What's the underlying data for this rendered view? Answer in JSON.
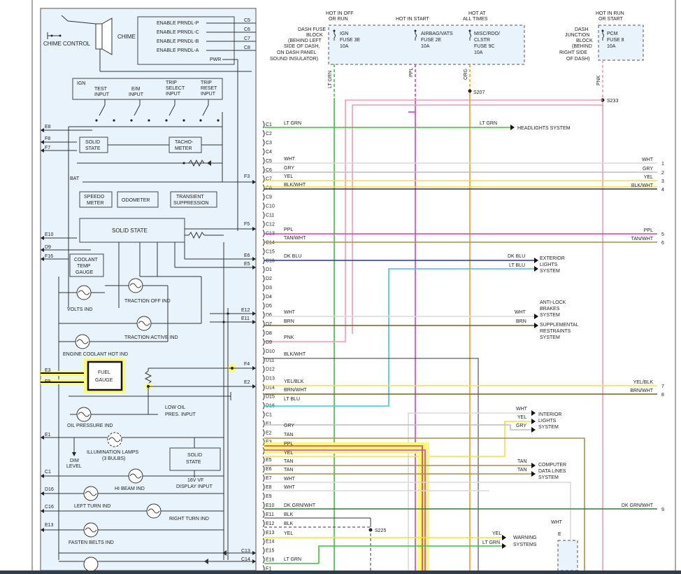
{
  "cluster": {
    "chime_control": "CHIME CONTROL",
    "chime": "CHIME",
    "prndl": [
      "ENABLE PRNDL-P",
      "ENABLE PRNDL-C",
      "ENABLE PRNDL-B",
      "ENABLE PRNDL-A",
      "PWR"
    ],
    "prndl_pins": [
      "C5",
      "C6",
      "C7",
      "C8"
    ],
    "ign": "IGN",
    "inputs": [
      [
        "TEST",
        "INPUT"
      ],
      [
        "E/M",
        "INPUT"
      ],
      [
        "TRIP",
        "SELECT",
        "INPUT"
      ],
      [
        "TRIP",
        "RESET",
        "INPUT"
      ]
    ],
    "solid_state": [
      "SOLID",
      "STATE"
    ],
    "tacho": [
      "TACHO-",
      "METER"
    ],
    "bat": "BAT",
    "speedo": [
      "SPEEDO",
      "METER"
    ],
    "odometer": "ODOMETER",
    "transient": [
      "TRANSIENT",
      "SUPPRESSION"
    ],
    "solid_state_main": "SOLID STATE",
    "coolant": [
      "COOLANT",
      "TEMP",
      "GAUGE"
    ],
    "volts_ind": "VOLTS IND",
    "traction_off": "TRACTION OFF IND",
    "traction_active": "TRACTION ACTIVE IND",
    "engine_coolant": "ENGINE COOLANT HOT IND",
    "fuel_gauge": [
      "FUEL",
      "GAUGE"
    ],
    "low_oil": [
      "LOW OIL",
      "PRES. INPUT"
    ],
    "oil_pressure": "OIL PRESSURE IND",
    "illumination": [
      "ILLUMINATION LAMPS",
      "(3 BULBS)"
    ],
    "dim_level": [
      "DIM",
      "LEVEL"
    ],
    "solid_state_lower": [
      "SOLID",
      "STATE"
    ],
    "vf_display": [
      "16V VF",
      "DISPLAY INPUT"
    ],
    "hi_beam": "HI BEAM IND",
    "left_turn": "LEFT TURN IND",
    "right_turn": "RIGHT TURN IND",
    "fasten_belts": "FASTEN BELTS IND",
    "pins_left": [
      "E8",
      "F8",
      "F7",
      "E10",
      "D9",
      "F16",
      "E3",
      "F9",
      "E1",
      "C1",
      "D16",
      "C16",
      "E13"
    ],
    "pins_right": [
      "F3",
      "F5",
      "E6",
      "E5",
      "E12",
      "E11",
      "F4",
      "E2",
      "C13",
      "C14"
    ]
  },
  "power": {
    "hot_off_run": [
      "HOT IN OFF",
      "OR RUN"
    ],
    "hot_start": "HOT IN START",
    "hot_all": [
      "HOT AT",
      "ALL TIMES"
    ],
    "hot_run_start": [
      "HOT IN RUN",
      "OR START"
    ],
    "dash_fuse_block": [
      "DASH FUSE",
      "BLOCK",
      "(BEHIND LEFT",
      "SIDE OF DASH,",
      "ON DASH PANEL",
      "SOUND INSULATOR)"
    ],
    "fuse_ign": [
      "IGN",
      "FUSE 3E",
      "10A"
    ],
    "fuse_airbag": [
      "AIRBAG/VATS",
      "FUSE 2E",
      "10A"
    ],
    "fuse_misc": [
      "MISC/RDO/",
      "CLSTR",
      "FUSE 9C",
      "10A"
    ],
    "dash_junction": [
      "DASH",
      "JUNCTION",
      "BLOCK",
      "(BEHIND",
      "RIGHT SIDE",
      "OF DASH)"
    ],
    "fuse_pcm": [
      "PCM",
      "FUSE 8",
      "10A"
    ],
    "wire_ltgrn": "LT GRN",
    "wire_ppl": "PPL",
    "wire_org": "ORG",
    "wire_pnk": "PNK",
    "splice_s207": "S207",
    "splice_s233": "S233",
    "splice_s225": "S225"
  },
  "connector_pins": [
    "C1",
    "C2",
    "C3",
    "C4",
    "C5",
    "C6",
    "C7",
    "C8",
    "C9",
    "C10",
    "C11",
    "C12",
    "C13",
    "C14",
    "C15",
    "C16",
    "D1",
    "D2",
    "D3",
    "D4",
    "D5",
    "D6",
    "D7",
    "D8",
    "D9",
    "D10",
    "D11",
    "D12",
    "D13",
    "D14",
    "D15",
    "D16",
    "C1",
    "E1",
    "E2",
    "E3",
    "E4",
    "E5",
    "E6",
    "E7",
    "E8",
    "E9",
    "E10",
    "E11",
    "E12",
    "E13",
    "E14",
    "E15",
    "E16",
    "F1"
  ],
  "wires": {
    "c1": "LT GRN",
    "c1_right": "LT GRN",
    "headlights": "HEADLIGHTS SYSTEM",
    "c5": "WHT",
    "c6": "GRY",
    "c7": "YEL",
    "c8": "BLK/WHT",
    "c13": "PPL",
    "c14": "TAN/WHT",
    "c16": "DK BLU",
    "d1": "LT BLU",
    "exterior": [
      "EXTERIOR",
      "LIGHTS",
      "SYSTEM"
    ],
    "d6": "WHT",
    "d7": "BRN",
    "antilock": [
      "ANTI-LOCK",
      "BRAKES",
      "SYSTEM"
    ],
    "supplemental": [
      "SUPPLEMENTAL",
      "RESTRAINTS",
      "SYSTEM"
    ],
    "d9": "PNK",
    "d11": "BLK/WHT",
    "d14": "YEL/BLK",
    "d15": "BRN/WHT",
    "d16": "LT BLU",
    "interior_wires": [
      "WHT",
      "YEL",
      "GRY"
    ],
    "interior": [
      "INTERIOR",
      "LIGHTS",
      "SYSTEM"
    ],
    "e1": "GRY",
    "e2": "TAN",
    "e3": "PPL",
    "e4": "YEL",
    "e5": "TAN",
    "e6": "TAN",
    "e7": "WHT",
    "e8": "WHT",
    "computer_wires": [
      "TAN",
      "TAN"
    ],
    "computer": [
      "COMPUTER",
      "DATA LINES",
      "SYSTEM"
    ],
    "e10": "DK GRN/WHT",
    "e11": "BLK",
    "e12": "BLK",
    "e13": "YEL",
    "warning_wires": [
      "YEL",
      "LT GRN"
    ],
    "warning": [
      "WARNING",
      "SYSTEMS"
    ],
    "e16": "LT GRN",
    "wht_e": "WHT",
    "e_conn": "E"
  },
  "right_refs": {
    "c5": [
      "WHT",
      "1"
    ],
    "c6": [
      "GRY",
      "2"
    ],
    "c7": [
      "YEL",
      "3"
    ],
    "c8": [
      "BLK/WHT",
      "4"
    ],
    "c13": [
      "PPL",
      "5"
    ],
    "c14": [
      "TAN/WHT",
      "6"
    ],
    "d14": [
      "YEL/BLK",
      "7"
    ],
    "d15": [
      "BRN/WHT",
      "8"
    ],
    "e10": [
      "DK GRN/WHT",
      "9"
    ]
  },
  "colors": {
    "ltgrn": "#39c43a",
    "ppl": "#d13bd1",
    "org": "#f39a21",
    "pnk": "#f29bb0",
    "yel": "#f2e23a",
    "dkblu": "#1f3d8c",
    "ltblu": "#38c8e8",
    "tan": "#a88f52",
    "gry": "#bdbdbd",
    "wht": "#d8d8d8",
    "brn": "#7a5a26",
    "blk": "#333333",
    "highlight": "#fbf87a",
    "red": "#e23b3b",
    "panel": "#e9f3fb"
  }
}
